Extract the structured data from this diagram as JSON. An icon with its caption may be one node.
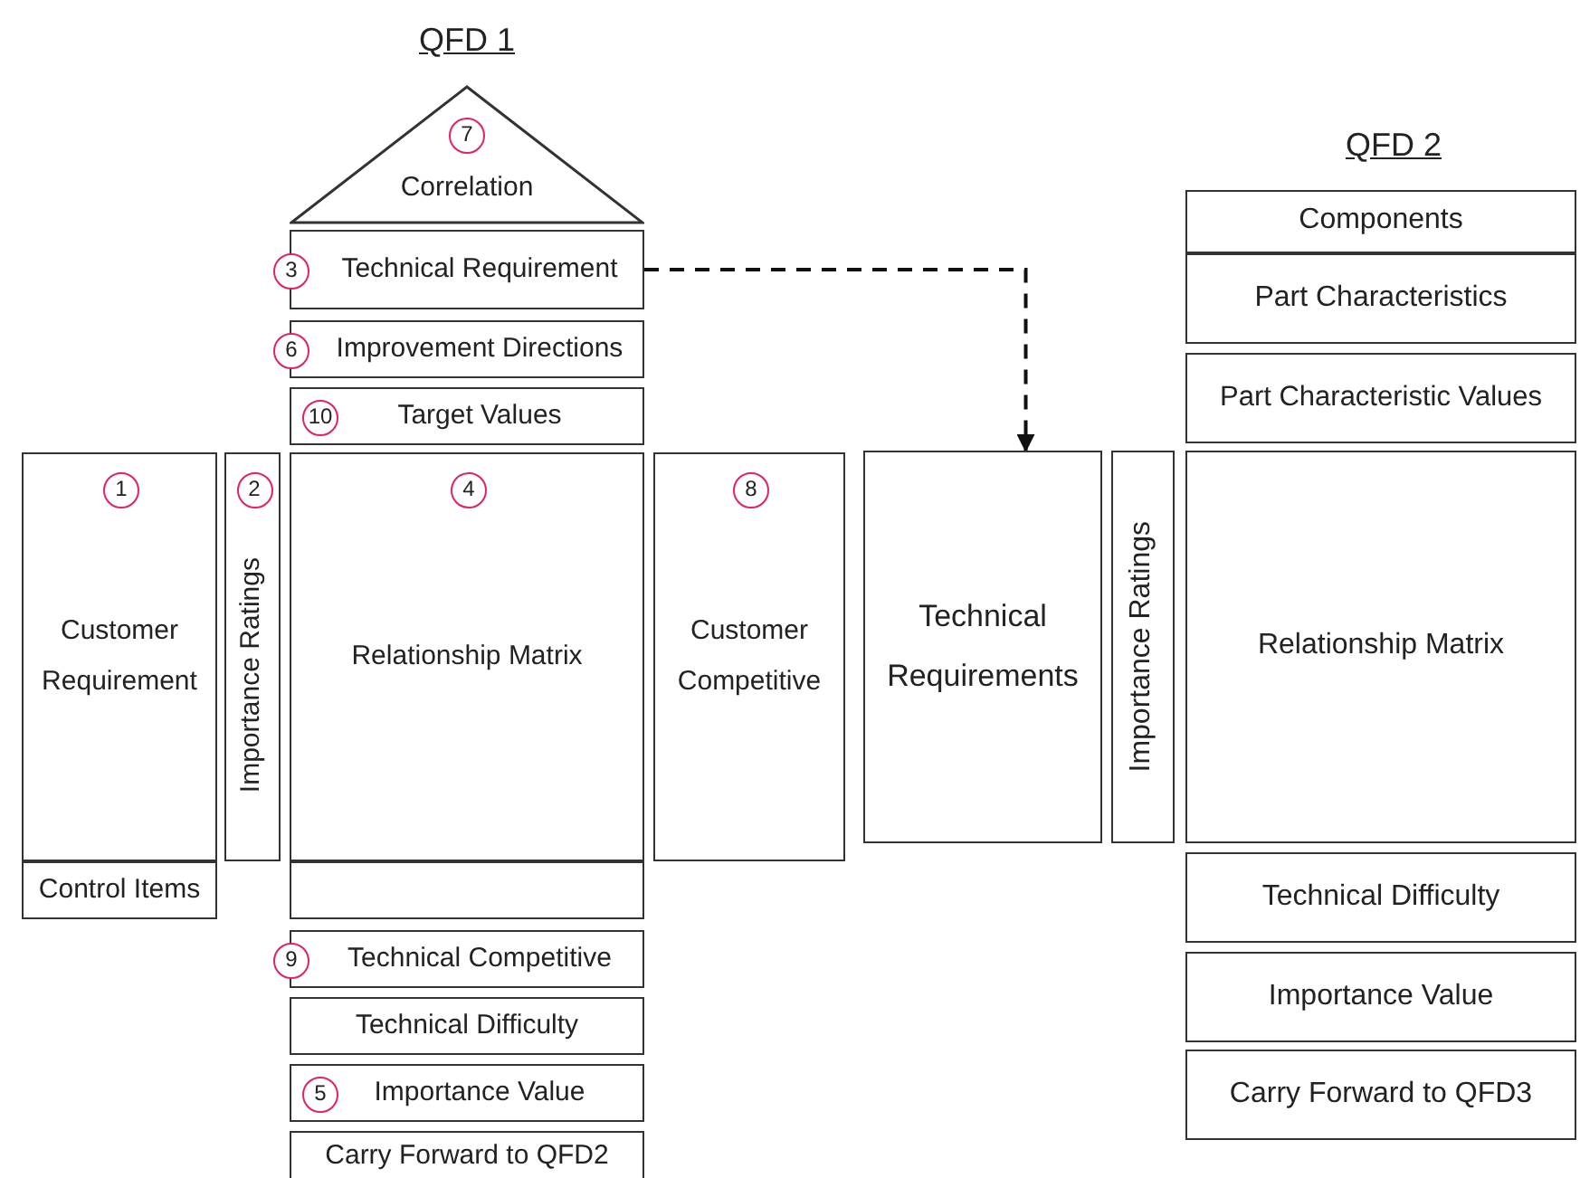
{
  "diagram": {
    "nodes": [
      {
        "text": [
          "7",
          "Correlation"
        ]
      },
      {
        "text": [
          "3",
          "Technical Requirement"
        ]
      },
      {
        "text": [
          "6",
          "Improvement Directions"
        ]
      },
      {
        "text": [
          "10",
          "Target Values"
        ]
      },
      {
        "text": [
          "1",
          "Customer Requirement"
        ]
      },
      {
        "text": [
          "2",
          "Importance Ratings"
        ]
      },
      {
        "text": [
          "4",
          "Relationship Matrix"
        ]
      },
      {
        "text": [
          "8",
          "Customer Competitive"
        ]
      },
      {
        "text": [
          "Control Items"
        ]
      },
      {
        "text": [],
        "shape": "box"
      },
      {
        "text": [
          "9",
          "Technical Competitive"
        ]
      },
      {
        "text": [
          "Technical Difficulty"
        ]
      },
      {
        "text": [
          "5",
          "Importance Value"
        ]
      },
      {
        "text": [
          "Carry Forward to QFD2"
        ]
      },
      {
        "text": [
          "Components"
        ]
      },
      {
        "text": [
          "Part Characteristics"
        ]
      },
      {
        "text": [
          "Part Characteristic Values"
        ]
      },
      {
        "text": [
          "Technical Requirements"
        ]
      },
      {
        "text": [
          "Importance Ratings"
        ]
      },
      {
        "text": [
          "Relationship Matrix"
        ]
      },
      {
        "text": [
          "Technical Difficulty"
        ]
      },
      {
        "text": [
          "Importance Value"
        ]
      },
      {
        "text": [
          "Carry Forward to QFD3"
        ]
      }
    ],
    "edges": [
      {
        "from": 1,
        "to": 17,
        "arrow": "to",
        "style": "dashed"
      }
    ],
    "labels": [
      "QFD 1",
      "QFD 2"
    ]
  }
}
